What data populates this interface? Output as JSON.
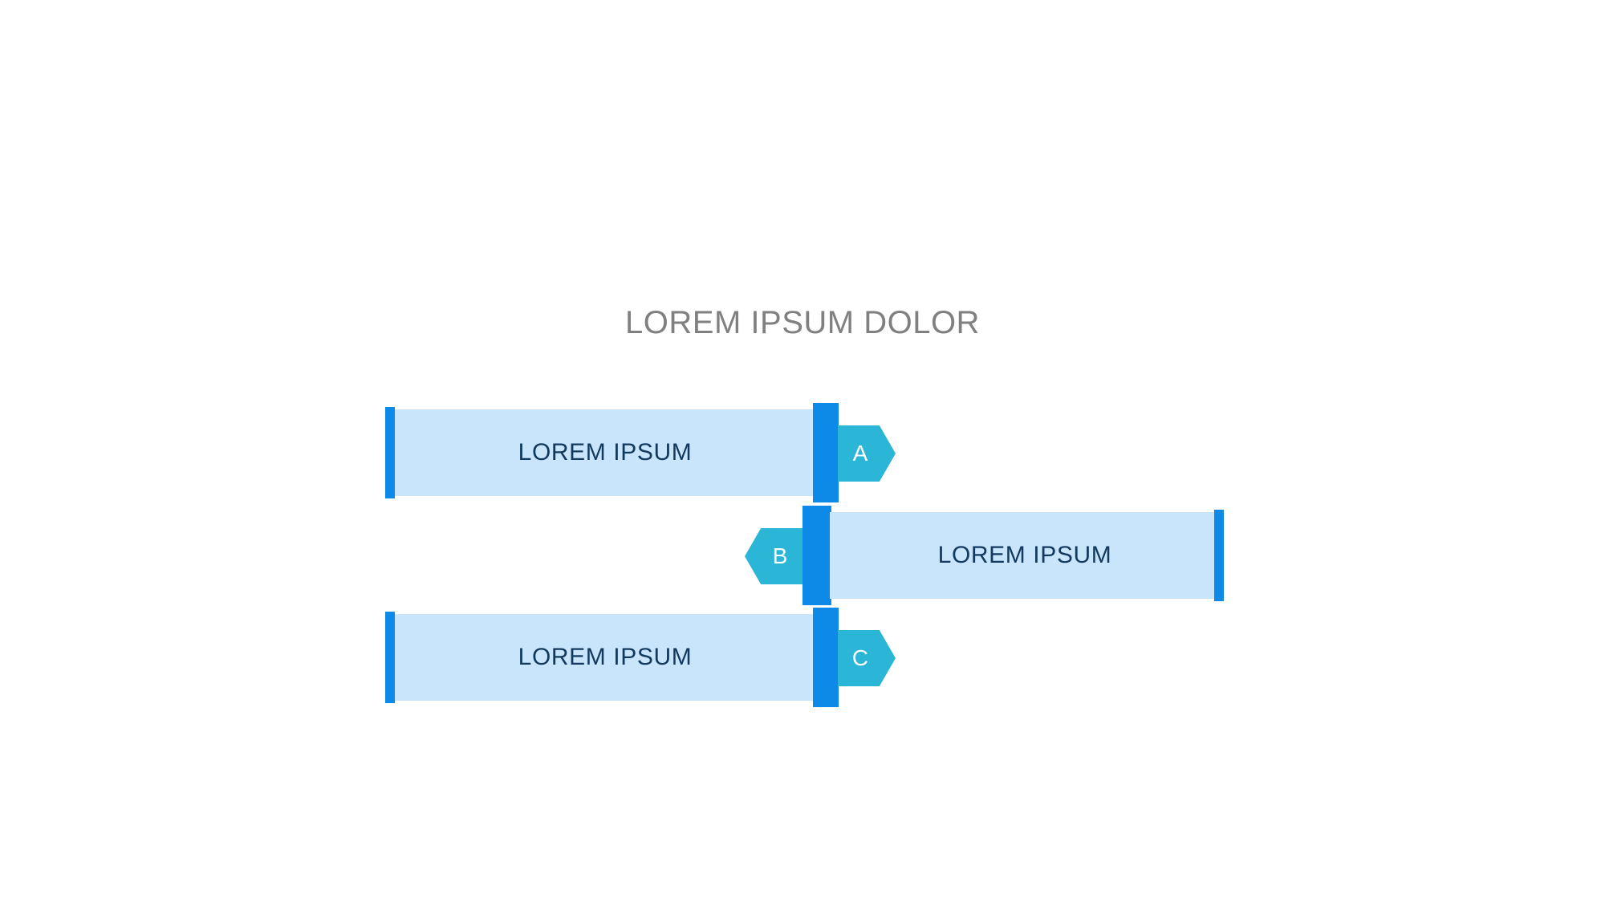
{
  "title": "LOREM IPSUM DOLOR",
  "colors": {
    "background": "#ffffff",
    "title_text": "#808080",
    "bar_fill": "#c8e5fc",
    "bar_accent": "#0d8ae8",
    "arrow_fill": "#2bb5d7",
    "bar_label_text": "#12395e",
    "arrow_label_text": "#ffffff"
  },
  "chart_data": {
    "type": "bar",
    "title": "LOREM IPSUM DOLOR",
    "xlabel": "",
    "ylabel": "",
    "categories": [
      "A",
      "B",
      "C"
    ],
    "values": [
      524,
      486,
      524
    ],
    "grid": false,
    "legend": "none",
    "orientation": "horizontal",
    "notes": "Three horizontal bars; bars A and C extend leftward from a shared center divider with right-pointing pentagon tags; bar B extends rightward from the divider with a left-pointing pentagon tag."
  },
  "rows": [
    {
      "id": "a",
      "tag": "A",
      "label": "LOREM IPSUM",
      "direction": "right",
      "length": 524
    },
    {
      "id": "b",
      "tag": "B",
      "label": "LOREM IPSUM",
      "direction": "left",
      "length": 486
    },
    {
      "id": "c",
      "tag": "C",
      "label": "LOREM IPSUM",
      "direction": "right",
      "length": 524
    }
  ]
}
